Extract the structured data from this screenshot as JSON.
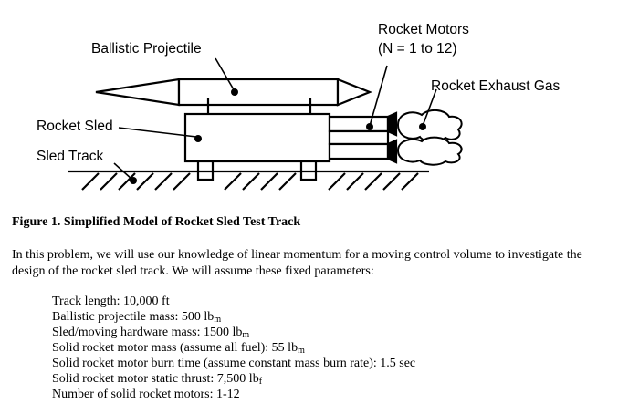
{
  "diagram": {
    "labels": {
      "projectile": "Ballistic Projectile",
      "motors_line1": "Rocket Motors",
      "motors_line2": "(N = 1 to 12)",
      "exhaust": "Rocket Exhaust Gas",
      "sled": "Rocket Sled",
      "track": "Sled Track"
    }
  },
  "caption": "Figure 1.  Simplified Model of Rocket Sled Test Track",
  "intro": "In this problem, we will use our knowledge of linear momentum for a moving control volume to investigate the design of the rocket sled track.  We will assume these fixed parameters:",
  "parameters": [
    {
      "text": "Track length:  10,000 ft",
      "sub": ""
    },
    {
      "text": "Ballistic projectile mass:  500 lb",
      "sub": "m"
    },
    {
      "text": "Sled/moving hardware mass:  1500 lb",
      "sub": "m"
    },
    {
      "text": "Solid rocket motor mass (assume all fuel): 55 lb",
      "sub": "m"
    },
    {
      "text": "Solid rocket motor burn time (assume constant mass burn rate): 1.5 sec",
      "sub": ""
    },
    {
      "text": "Solid rocket motor static thrust: 7,500 lb",
      "sub": "f"
    },
    {
      "text": "Number of solid rocket motors: 1-12",
      "sub": ""
    }
  ]
}
